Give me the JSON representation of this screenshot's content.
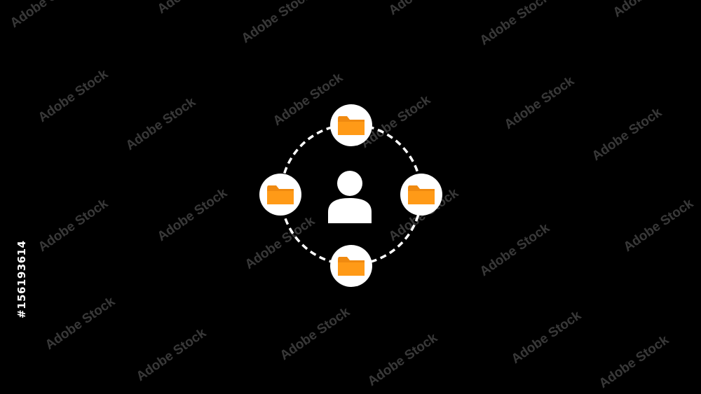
{
  "watermark": {
    "brand_text": "Adobe Stock",
    "stock_id": "#156193614"
  },
  "graphic": {
    "center_icon": "user-icon",
    "satellite_icon": "folder-icon",
    "satellite_count": 4,
    "colors": {
      "background": "#000000",
      "circle_fill": "#ffffff",
      "folder": "#ff9a17",
      "folder_back": "#f08a10",
      "connector": "#ffffff"
    }
  }
}
